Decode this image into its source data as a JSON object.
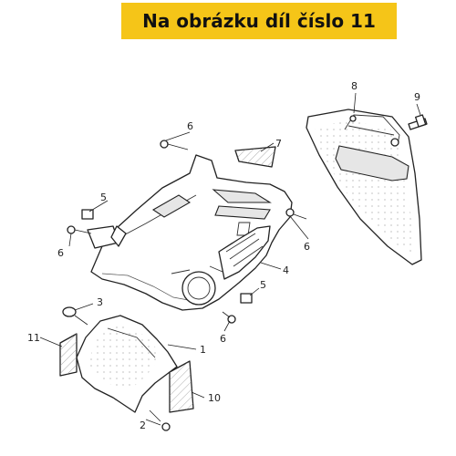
{
  "banner": {
    "text": "Na obrázku díl číslo 11",
    "background": "#f5c518",
    "text_color": "#111111"
  },
  "callouts": {
    "c1": "1",
    "c2": "2",
    "c3": "3",
    "c4": "4",
    "c5a": "5",
    "c5b": "5",
    "c6a": "6",
    "c6b": "6",
    "c6c": "6",
    "c6d": "6",
    "c7": "7",
    "c8": "8",
    "c9": "9",
    "c10": "10",
    "c11": "11"
  }
}
